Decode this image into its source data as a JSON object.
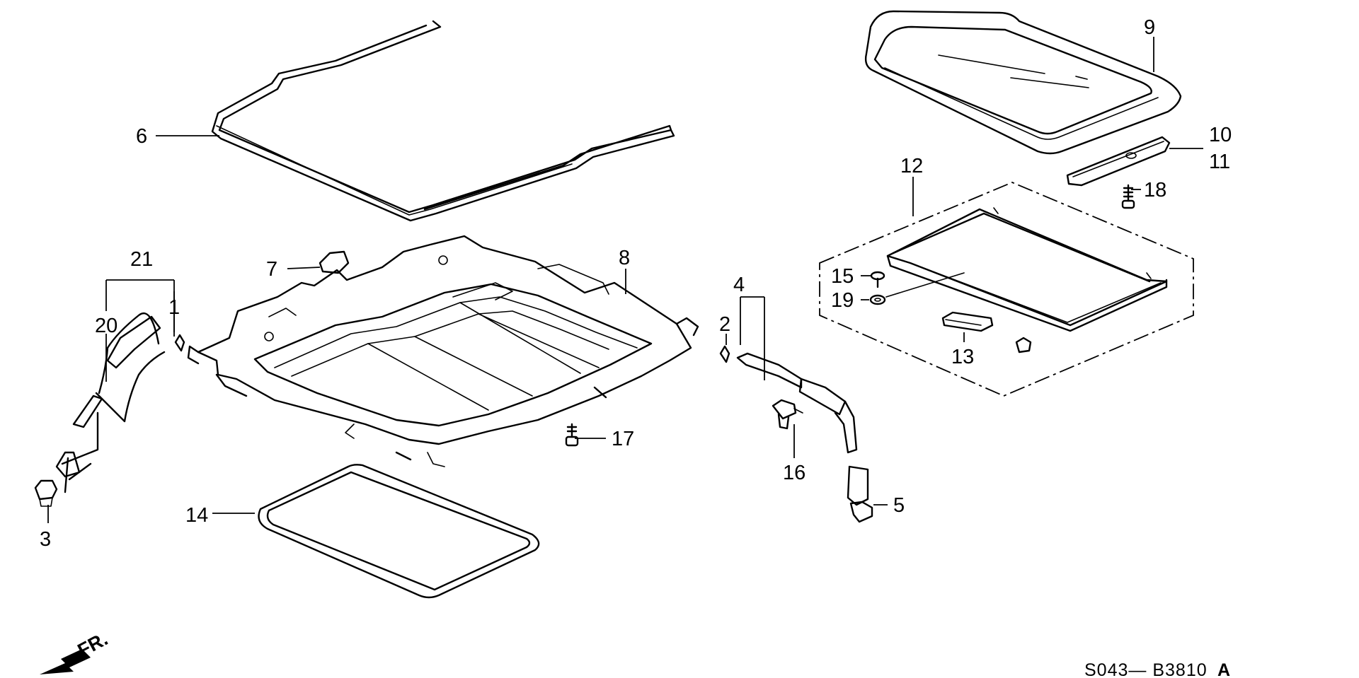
{
  "diagram": {
    "callouts": [
      "1",
      "2",
      "3",
      "4",
      "5",
      "6",
      "7",
      "8",
      "9",
      "10",
      "11",
      "12",
      "13",
      "14",
      "15",
      "16",
      "17",
      "18",
      "19",
      "20",
      "21"
    ],
    "front_indicator": "FR.",
    "reference_code": "S043— B3810",
    "reference_suffix": "A"
  }
}
